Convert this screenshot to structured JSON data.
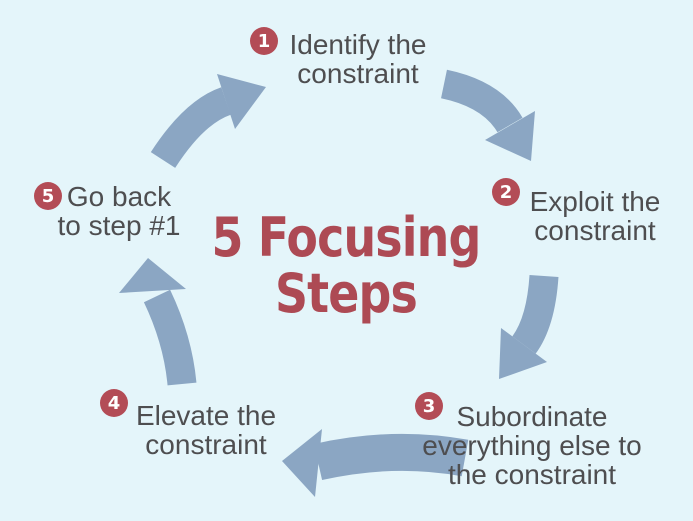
{
  "colors": {
    "background": "#e4f5fa",
    "arrow": "#8ba6c3",
    "badge": "#b34c56",
    "badge_text": "#ffffff",
    "title": "#ad4a54",
    "step_text": "#4e4e50"
  },
  "title": {
    "lines": [
      "5 Focusing",
      "Steps"
    ]
  },
  "steps": [
    {
      "number": "1",
      "lines": [
        "Identify the",
        "constraint"
      ]
    },
    {
      "number": "2",
      "lines": [
        "Exploit the",
        "constraint"
      ]
    },
    {
      "number": "3",
      "lines": [
        "Subordinate",
        "everything else to",
        "the constraint"
      ]
    },
    {
      "number": "4",
      "lines": [
        "Elevate the",
        "constraint"
      ]
    },
    {
      "number": "5",
      "lines": [
        "Go back",
        "to step #1"
      ]
    }
  ],
  "flow": [
    {
      "from": "1",
      "to": "2"
    },
    {
      "from": "2",
      "to": "3"
    },
    {
      "from": "3",
      "to": "4"
    },
    {
      "from": "4",
      "to": "5"
    },
    {
      "from": "5",
      "to": "1"
    }
  ]
}
